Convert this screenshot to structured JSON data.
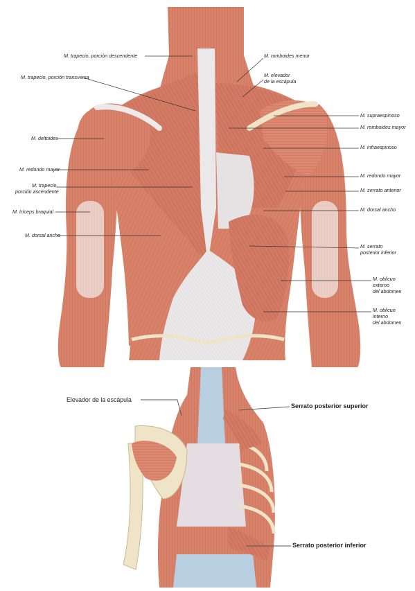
{
  "figure_top": {
    "labels_left": [
      {
        "id": "trap-desc",
        "text": "M. trapecio, porción descendente"
      },
      {
        "id": "trap-trans",
        "text": "M. trapecio, porción transversa"
      },
      {
        "id": "deltoides",
        "text": "M. deltoides"
      },
      {
        "id": "redondo-mayor-l",
        "text": "M. redondo mayor"
      },
      {
        "id": "trap-asc-1",
        "text": "M. trapecio,"
      },
      {
        "id": "trap-asc-2",
        "text": "porción ascendente"
      },
      {
        "id": "triceps",
        "text": "M. tríceps braquial"
      },
      {
        "id": "dorsal-l",
        "text": "M. dorsal ancho"
      }
    ],
    "labels_right": [
      {
        "id": "romb-menor",
        "text": "M. romboides menor"
      },
      {
        "id": "elevador-1",
        "text": "M. elevador"
      },
      {
        "id": "elevador-2",
        "text": "de la escápula"
      },
      {
        "id": "supraesp",
        "text": "M. supraespinoso"
      },
      {
        "id": "romb-mayor",
        "text": "M. romboides mayor"
      },
      {
        "id": "infraesp",
        "text": "M. infraespinoso"
      },
      {
        "id": "redondo-mayor-r",
        "text": "M. redondo mayor"
      },
      {
        "id": "serrato-ant",
        "text": "M. serrato anterior"
      },
      {
        "id": "dorsal-r",
        "text": "M. dorsal ancho"
      },
      {
        "id": "serr-inf-1",
        "text": "M. serrato"
      },
      {
        "id": "serr-inf-2",
        "text": "posterior inferior"
      },
      {
        "id": "obl-ext-1",
        "text": "M. oblicuo"
      },
      {
        "id": "obl-ext-2",
        "text": "externo"
      },
      {
        "id": "obl-ext-3",
        "text": "del abdomen"
      },
      {
        "id": "obl-int-1",
        "text": "M. oblicuo"
      },
      {
        "id": "obl-int-2",
        "text": "interno"
      },
      {
        "id": "obl-int-3",
        "text": "del abdomen"
      }
    ]
  },
  "figure_bottom": {
    "elevador": "Elevador de la escápula",
    "serrato_sup": "Serrato posterior superior",
    "serrato_inf": "Serrato posterior inferior"
  },
  "colors": {
    "muscle": "#d9826a",
    "muscle_dark": "#b8604c",
    "muscle_light": "#eaa48e",
    "tendon": "#e9e6e8",
    "fascia_blue": "#b7cfe0",
    "bone": "#efe4c8"
  }
}
